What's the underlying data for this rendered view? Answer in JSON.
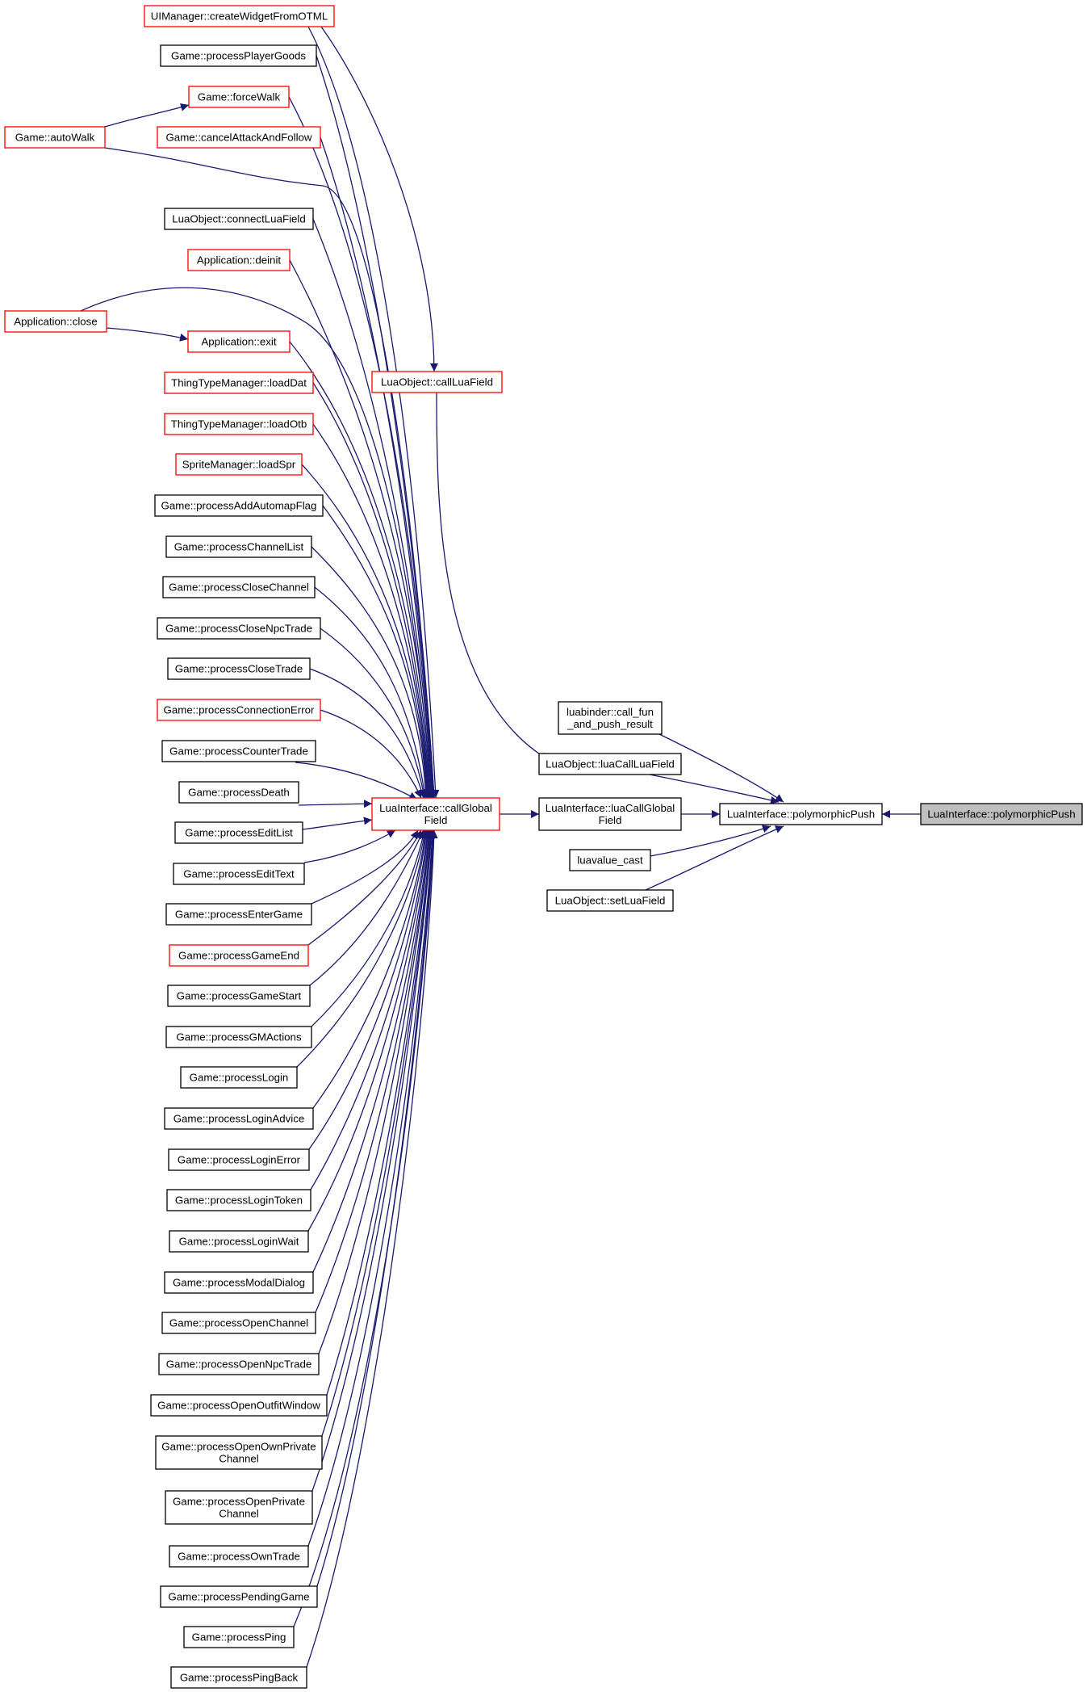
{
  "colors": {
    "edge": "#191970",
    "border_default": "#000000",
    "border_truncated": "#ff0000",
    "fill_default": "#ffffff",
    "fill_focus": "#bfbfbf"
  },
  "nodes": [
    {
      "id": "createWidget",
      "lines": [
        "UIManager::createWidgetFromOTML"
      ],
      "style": "red"
    },
    {
      "id": "processPlayerGoods",
      "lines": [
        "Game::processPlayerGoods"
      ],
      "style": "black"
    },
    {
      "id": "forceWalk",
      "lines": [
        "Game::forceWalk"
      ],
      "style": "red"
    },
    {
      "id": "autoWalk",
      "lines": [
        "Game::autoWalk"
      ],
      "style": "red"
    },
    {
      "id": "cancelAttack",
      "lines": [
        "Game::cancelAttackAndFollow"
      ],
      "style": "red"
    },
    {
      "id": "connectLuaField",
      "lines": [
        "LuaObject::connectLuaField"
      ],
      "style": "black"
    },
    {
      "id": "appDeinit",
      "lines": [
        "Application::deinit"
      ],
      "style": "red"
    },
    {
      "id": "appClose",
      "lines": [
        "Application::close"
      ],
      "style": "red"
    },
    {
      "id": "appExit",
      "lines": [
        "Application::exit"
      ],
      "style": "red"
    },
    {
      "id": "callLuaField",
      "lines": [
        "LuaObject::callLuaField"
      ],
      "style": "red"
    },
    {
      "id": "loadDat",
      "lines": [
        "ThingTypeManager::loadDat"
      ],
      "style": "red"
    },
    {
      "id": "loadOtb",
      "lines": [
        "ThingTypeManager::loadOtb"
      ],
      "style": "red"
    },
    {
      "id": "loadSpr",
      "lines": [
        "SpriteManager::loadSpr"
      ],
      "style": "red"
    },
    {
      "id": "pAddAutomapFlag",
      "lines": [
        "Game::processAddAutomapFlag"
      ],
      "style": "black"
    },
    {
      "id": "pChannelList",
      "lines": [
        "Game::processChannelList"
      ],
      "style": "black"
    },
    {
      "id": "pCloseChannel",
      "lines": [
        "Game::processCloseChannel"
      ],
      "style": "black"
    },
    {
      "id": "pCloseNpcTrade",
      "lines": [
        "Game::processCloseNpcTrade"
      ],
      "style": "black"
    },
    {
      "id": "pCloseTrade",
      "lines": [
        "Game::processCloseTrade"
      ],
      "style": "black"
    },
    {
      "id": "pConnectionError",
      "lines": [
        "Game::processConnectionError"
      ],
      "style": "red"
    },
    {
      "id": "pCounterTrade",
      "lines": [
        "Game::processCounterTrade"
      ],
      "style": "black"
    },
    {
      "id": "pDeath",
      "lines": [
        "Game::processDeath"
      ],
      "style": "black"
    },
    {
      "id": "pEditList",
      "lines": [
        "Game::processEditList"
      ],
      "style": "black"
    },
    {
      "id": "pEditText",
      "lines": [
        "Game::processEditText"
      ],
      "style": "black"
    },
    {
      "id": "pEnterGame",
      "lines": [
        "Game::processEnterGame"
      ],
      "style": "black"
    },
    {
      "id": "pGameEnd",
      "lines": [
        "Game::processGameEnd"
      ],
      "style": "red"
    },
    {
      "id": "pGameStart",
      "lines": [
        "Game::processGameStart"
      ],
      "style": "black"
    },
    {
      "id": "pGMActions",
      "lines": [
        "Game::processGMActions"
      ],
      "style": "black"
    },
    {
      "id": "pLogin",
      "lines": [
        "Game::processLogin"
      ],
      "style": "black"
    },
    {
      "id": "pLoginAdvice",
      "lines": [
        "Game::processLoginAdvice"
      ],
      "style": "black"
    },
    {
      "id": "pLoginError",
      "lines": [
        "Game::processLoginError"
      ],
      "style": "black"
    },
    {
      "id": "pLoginToken",
      "lines": [
        "Game::processLoginToken"
      ],
      "style": "black"
    },
    {
      "id": "pLoginWait",
      "lines": [
        "Game::processLoginWait"
      ],
      "style": "black"
    },
    {
      "id": "pModalDialog",
      "lines": [
        "Game::processModalDialog"
      ],
      "style": "black"
    },
    {
      "id": "pOpenChannel",
      "lines": [
        "Game::processOpenChannel"
      ],
      "style": "black"
    },
    {
      "id": "pOpenNpcTrade",
      "lines": [
        "Game::processOpenNpcTrade"
      ],
      "style": "black"
    },
    {
      "id": "pOpenOutfitWindow",
      "lines": [
        "Game::processOpenOutfitWindow"
      ],
      "style": "black"
    },
    {
      "id": "pOpenOwnPrivate",
      "lines": [
        "Game::processOpenOwnPrivate",
        "Channel"
      ],
      "style": "black"
    },
    {
      "id": "pOpenPrivate",
      "lines": [
        "Game::processOpenPrivate",
        "Channel"
      ],
      "style": "black"
    },
    {
      "id": "pOwnTrade",
      "lines": [
        "Game::processOwnTrade"
      ],
      "style": "black"
    },
    {
      "id": "pPendingGame",
      "lines": [
        "Game::processPendingGame"
      ],
      "style": "black"
    },
    {
      "id": "pPing",
      "lines": [
        "Game::processPing"
      ],
      "style": "black"
    },
    {
      "id": "pPingBack",
      "lines": [
        "Game::processPingBack"
      ],
      "style": "black"
    },
    {
      "id": "callGlobalField",
      "lines": [
        "LuaInterface::callGlobal",
        "Field"
      ],
      "style": "red"
    },
    {
      "id": "callFunPush",
      "lines": [
        "luabinder::call_fun",
        "_and_push_result"
      ],
      "style": "black"
    },
    {
      "id": "luaCallLuaField",
      "lines": [
        "LuaObject::luaCallLuaField"
      ],
      "style": "black"
    },
    {
      "id": "luaCallGlobalField",
      "lines": [
        "LuaInterface::luaCallGlobal",
        "Field"
      ],
      "style": "black"
    },
    {
      "id": "luavalueCast",
      "lines": [
        "luavalue_cast"
      ],
      "style": "black"
    },
    {
      "id": "setLuaField",
      "lines": [
        "LuaObject::setLuaField"
      ],
      "style": "black"
    },
    {
      "id": "polyPushCaller",
      "lines": [
        "LuaInterface::polymorphicPush"
      ],
      "style": "black"
    },
    {
      "id": "polyPushFocus",
      "lines": [
        "LuaInterface::polymorphicPush"
      ],
      "style": "focus"
    }
  ]
}
